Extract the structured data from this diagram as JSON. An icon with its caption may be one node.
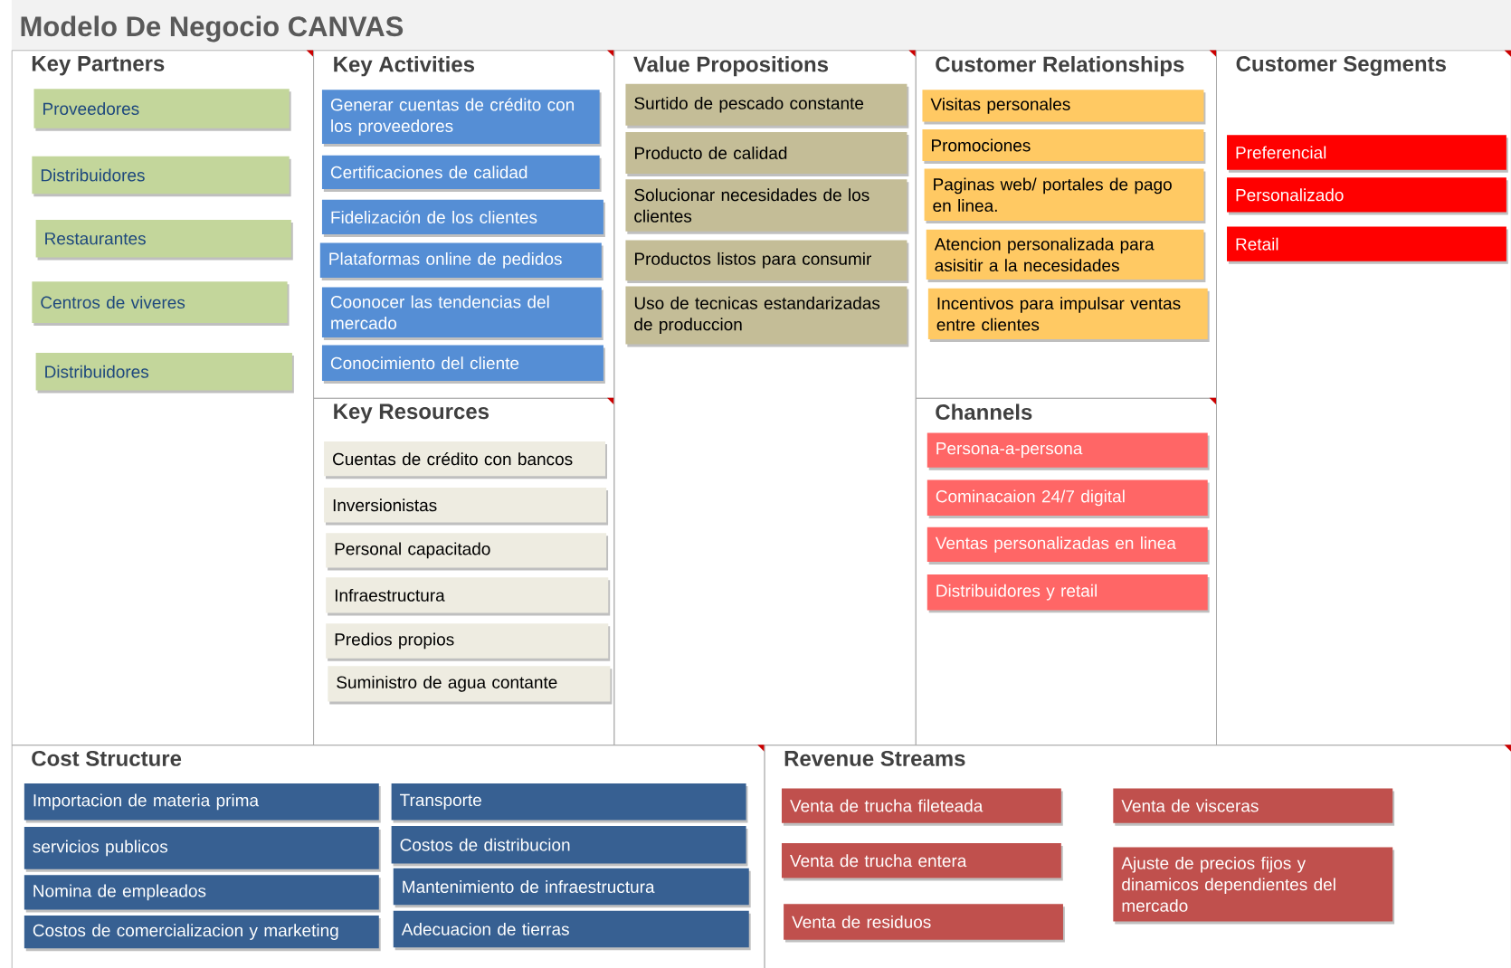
{
  "diagram": {
    "title": "Modelo De Negocio CANVAS",
    "nodes": [
      {
        "text": [
          "Key Partners"
        ]
      },
      {
        "text": [
          "Proveedores"
        ],
        "in": 0
      },
      {
        "text": [
          "Distribuidores"
        ],
        "in": 0
      },
      {
        "text": [
          "Restaurantes"
        ],
        "in": 0
      },
      {
        "text": [
          "Centros de viveres"
        ],
        "in": 0
      },
      {
        "text": [
          "Distribuidores"
        ],
        "in": 0
      },
      {
        "text": [
          "Key Activities"
        ]
      },
      {
        "text": [
          "Generar cuentas de crédito con los proveedores"
        ],
        "in": 6
      },
      {
        "text": [
          "Certificaciones de calidad"
        ],
        "in": 6
      },
      {
        "text": [
          "Fidelización de los clientes"
        ],
        "in": 6
      },
      {
        "text": [
          "Plataformas online de pedidos"
        ],
        "in": 6
      },
      {
        "text": [
          "Coonocer las tendencias del mercado"
        ],
        "in": 6
      },
      {
        "text": [
          "Conocimiento del cliente"
        ],
        "in": 6
      },
      {
        "text": [
          "Key Resources"
        ]
      },
      {
        "text": [
          "Cuentas de crédito con bancos"
        ],
        "in": 13
      },
      {
        "text": [
          "Inversionistas"
        ],
        "in": 13
      },
      {
        "text": [
          "Personal capacitado"
        ],
        "in": 13
      },
      {
        "text": [
          "Infraestructura"
        ],
        "in": 13
      },
      {
        "text": [
          "Predios propios"
        ],
        "in": 13
      },
      {
        "text": [
          "Suministro de agua contante"
        ],
        "in": 13
      },
      {
        "text": [
          "Value Propositions"
        ]
      },
      {
        "text": [
          "Surtido de pescado constante"
        ],
        "in": 20
      },
      {
        "text": [
          "Producto de calidad"
        ],
        "in": 20
      },
      {
        "text": [
          "Solucionar necesidades de los clientes"
        ],
        "in": 20
      },
      {
        "text": [
          "Productos listos para consumir"
        ],
        "in": 20
      },
      {
        "text": [
          "Uso de tecnicas estandarizadas de produccion"
        ],
        "in": 20
      },
      {
        "text": [
          "Customer Relationships"
        ]
      },
      {
        "text": [
          "Visitas personales"
        ],
        "in": 26
      },
      {
        "text": [
          "Promociones"
        ],
        "in": 26
      },
      {
        "text": [
          "Paginas web/ portales de pago en linea."
        ],
        "in": 26
      },
      {
        "text": [
          "Atencion personalizada para asisitir a la necesidades"
        ],
        "in": 26
      },
      {
        "text": [
          "Incentivos para impulsar ventas entre clientes"
        ],
        "in": 26
      },
      {
        "text": [
          "Channels"
        ]
      },
      {
        "text": [
          "Persona-a-persona"
        ],
        "in": 32
      },
      {
        "text": [
          "Cominacaion 24/7 digital"
        ],
        "in": 32
      },
      {
        "text": [
          "Ventas personalizadas en linea"
        ],
        "in": 32
      },
      {
        "text": [
          "Distribuidores y retail"
        ],
        "in": 32
      },
      {
        "text": [
          "Customer Segments"
        ]
      },
      {
        "text": [
          "Preferencial"
        ],
        "in": 37
      },
      {
        "text": [
          "Personalizado"
        ],
        "in": 37
      },
      {
        "text": [
          "Retail"
        ],
        "in": 37
      },
      {
        "text": [
          "Cost Structure"
        ]
      },
      {
        "text": [
          "Importacion de materia prima"
        ],
        "in": 41
      },
      {
        "text": [
          "Transporte"
        ],
        "in": 41
      },
      {
        "text": [
          "servicios publicos"
        ],
        "in": 41
      },
      {
        "text": [
          "Costos de distribucion"
        ],
        "in": 41
      },
      {
        "text": [
          "Nomina de empleados"
        ],
        "in": 41
      },
      {
        "text": [
          "Mantenimiento de infraestructura"
        ],
        "in": 41
      },
      {
        "text": [
          "Costos de comercializacion y marketing"
        ],
        "in": 41
      },
      {
        "text": [
          "Adecuacion de tierras"
        ],
        "in": 41
      },
      {
        "text": [
          "Revenue Streams"
        ]
      },
      {
        "text": [
          "Venta de trucha fileteada"
        ],
        "in": 50
      },
      {
        "text": [
          "Venta de visceras"
        ],
        "in": 50
      },
      {
        "text": [
          "Venta de trucha entera"
        ],
        "in": 50
      },
      {
        "text": [
          "Ajuste de precios fijos y dinamicos dependientes del mercado"
        ],
        "in": 50
      },
      {
        "text": [
          "Venta de residuos"
        ],
        "in": 50
      }
    ]
  }
}
